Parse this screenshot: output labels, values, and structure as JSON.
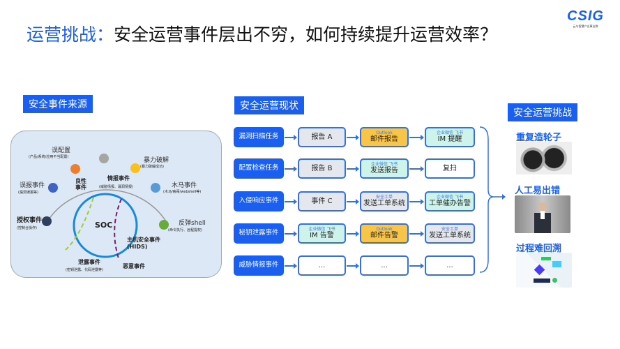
{
  "title": {
    "highlight": "运营挑战：",
    "rest": "安全运营事件层出不穷，如何持续提升运营效率？"
  },
  "logo": {
    "mark": "CSIG",
    "sub": "云与智慧产业事业群"
  },
  "sections": {
    "sources": "安全事件来源",
    "status": "安全运营现状",
    "challenges": "安全运营挑战"
  },
  "sources": {
    "center": "SOC",
    "nodes": [
      {
        "label": "误配置",
        "sub": "(产品/系统/应用不当配置)",
        "color": "#ee7d31"
      },
      {
        "label": "暴力破解",
        "sub": "(暴力破解成功)",
        "color": "#f9c11a"
      },
      {
        "label": "误报事件",
        "sub": "(漏洞误报等)",
        "color": "#3f62c5"
      },
      {
        "label": "木马事件",
        "sub": "(木马/病毒/webshell等)",
        "color": "#5b9bd5"
      },
      {
        "label": "授权事件",
        "sub": "(控制台操作)",
        "color": "#2f3f5e"
      },
      {
        "label": "反弹shell",
        "sub": "(命令执行、远程提权)",
        "color": "#6aaa3a"
      }
    ],
    "gray_node_color": "#a5a5a5",
    "inner": [
      {
        "label": "良性事件"
      },
      {
        "label": "情报事件",
        "sub": "(威胁情报、漏洞情报)"
      },
      {
        "label": "主机安全事件 (HIDS)"
      },
      {
        "label": "泄露事件",
        "sub": "(密钥泄露、代码泄露等)"
      },
      {
        "label": "恶意事件"
      }
    ]
  },
  "flow": [
    {
      "source": "漏洞扫描任务",
      "steps": [
        {
          "icon": "scanner-logo",
          "text": "报告 A"
        },
        {
          "icon": "outlook-icon",
          "badge": "Outlook",
          "text": "邮件报告"
        },
        {
          "icon": "wecom-feishu-icon",
          "badge": "企业微信 飞书",
          "text": "IM 提醒"
        }
      ]
    },
    {
      "source": "配置检查任务",
      "steps": [
        {
          "icon": "tencent-cloud-icon",
          "text": "报告 B"
        },
        {
          "icon": "wecom-feishu-icon",
          "badge": "企业微信 飞书",
          "text": "发送报告"
        },
        {
          "icon": "tencent-cloud-icon",
          "text": "复扫"
        }
      ]
    },
    {
      "source": "入侵响应事件",
      "steps": [
        {
          "icon": "monitor-icon",
          "text": "事件 C"
        },
        {
          "icon": "ticket-icon",
          "badge": "安全工单",
          "text": "发送工单系统"
        },
        {
          "icon": "wecom-feishu-icon",
          "badge": "企业微信 飞书",
          "text": "工单催办告警"
        }
      ]
    },
    {
      "source": "秘钥泄露事件",
      "steps": [
        {
          "icon": "wecom-feishu-icon",
          "badge": "企业微信 飞书",
          "text": "IM 告警"
        },
        {
          "icon": "outlook-icon",
          "badge": "Outlook",
          "text": "邮件告警"
        },
        {
          "icon": "ticket-icon",
          "badge": "安全工单",
          "text": "发送工单系统"
        }
      ]
    },
    {
      "source": "威胁情报事件",
      "steps": [
        {
          "text": "..."
        },
        {
          "text": "..."
        },
        {
          "text": "..."
        }
      ]
    }
  ],
  "challenges": [
    {
      "label": "重复造轮子"
    },
    {
      "label": "人工易出错"
    },
    {
      "label": "过程难回溯"
    }
  ]
}
